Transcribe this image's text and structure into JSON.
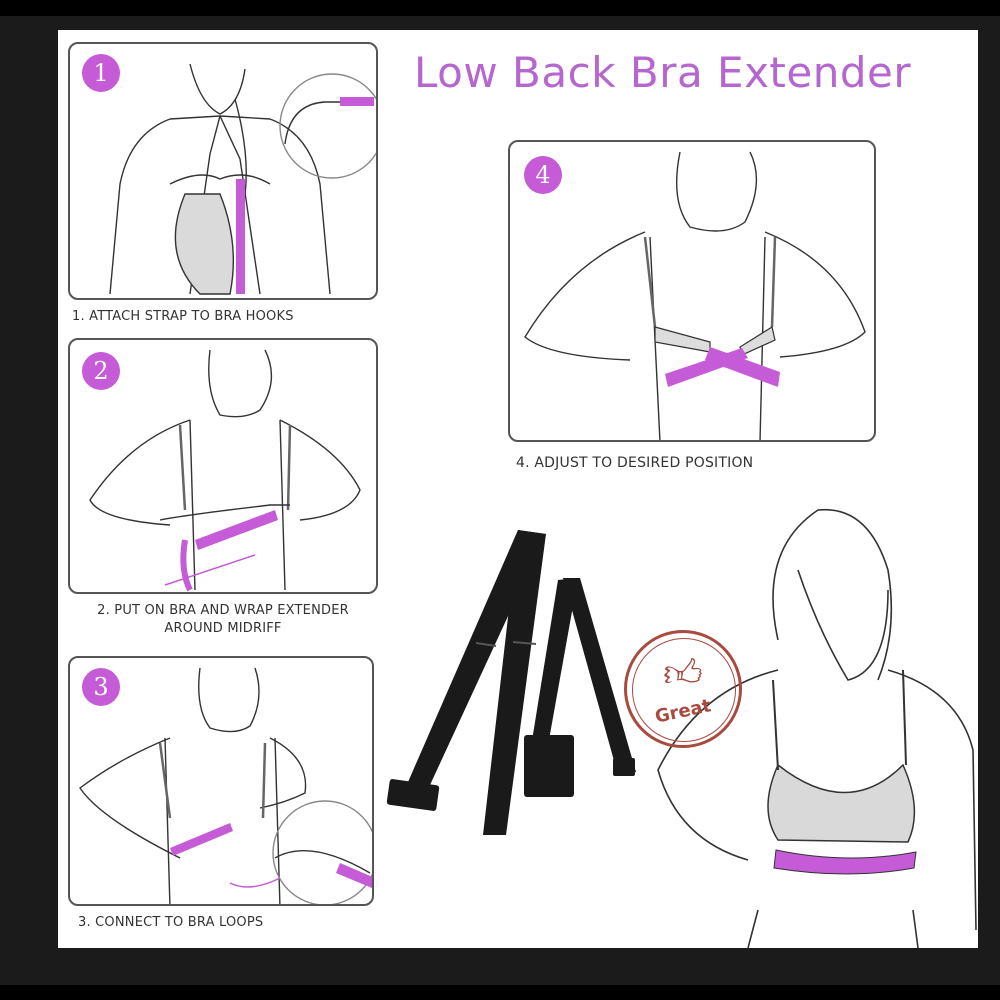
{
  "title": "Low Back Bra Extender",
  "accent_color": "#c55bd6",
  "title_color": "#b566cf",
  "steps": [
    {
      "number": "1",
      "caption": "1. ATTACH STRAP TO BRA HOOKS"
    },
    {
      "number": "2",
      "caption_line1": "2. PUT ON BRA AND WRAP EXTENDER",
      "caption_line2": "AROUND MIDRIFF"
    },
    {
      "number": "3",
      "caption": "3. CONNECT TO BRA LOOPS"
    },
    {
      "number": "4",
      "caption": "4. ADJUST TO DESIRED POSITION"
    }
  ],
  "stamp": {
    "label": "Great",
    "icon": "thumbs-up-icon",
    "color": "#a84a3e"
  },
  "product": {
    "description": "black bra extender straps with hook-and-eye closure"
  }
}
